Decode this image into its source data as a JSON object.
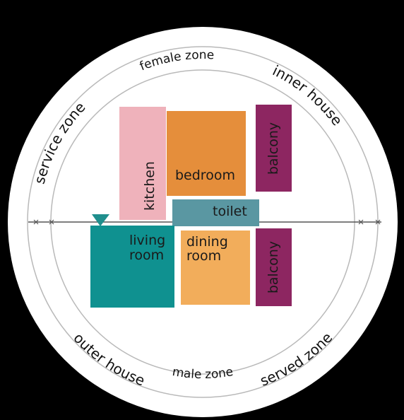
{
  "colors": {
    "background": "#000000",
    "circle_fill": "#ffffff",
    "ring": "#b9b9b9",
    "axis": "#555555",
    "kitchen": "#efb2bb",
    "bedroom": "#e58e3b",
    "balcony": "#8d2661",
    "toilet": "#5a97a2",
    "living_room": "#0f9190",
    "dining_room": "#f2ad5b",
    "marker": "#1f8f8d"
  },
  "zones": {
    "inner_house": "inner house",
    "female_zone": "female zone",
    "service_zone": "service zone",
    "outer_house": "outer house",
    "male_zone": "male zone",
    "served_zone": "served zone"
  },
  "rooms": {
    "kitchen": "kitchen",
    "bedroom": "bedroom",
    "balcony_upper": "balcony",
    "toilet": "toilet",
    "living_room_line1": "living",
    "living_room_line2": "room",
    "dining_room_line1": "dining",
    "dining_room_line2": "room",
    "balcony_lower": "balcony"
  },
  "icons": {
    "axis_end_markers": "x-mark",
    "entrance_marker": "triangle-down"
  }
}
